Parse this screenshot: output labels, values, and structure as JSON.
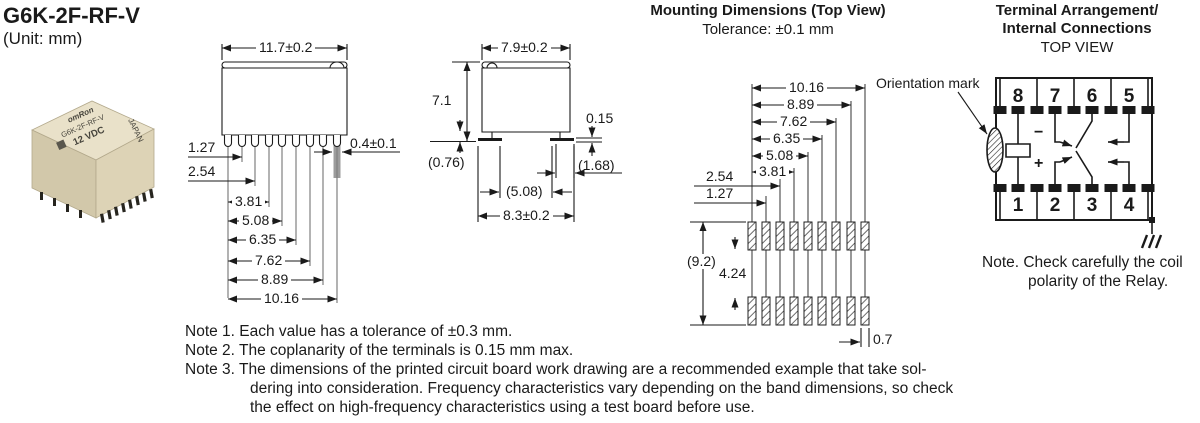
{
  "header": {
    "title": "G6K-2F-RF-V",
    "unit": "(Unit: mm)"
  },
  "photo": {
    "brand": "omRon",
    "model": "G6K-2F-RF-V",
    "voltage": "12 VDC",
    "origin": "JAPAN"
  },
  "front_view": {
    "width": "11.7±0.2",
    "terminal_width": "0.4±0.1",
    "pitch": [
      "1.27",
      "2.54",
      "3.81",
      "5.08",
      "6.35",
      "7.62",
      "8.89",
      "10.16"
    ]
  },
  "side_view": {
    "width": "7.9±0.2",
    "height": "7.1",
    "standoff": "(0.76)",
    "coplanarity": "0.15",
    "lead": "(1.68)",
    "inner": "(5.08)",
    "overall_width": "8.3±0.2"
  },
  "mounting": {
    "title": "Mounting Dimensions (Top View)",
    "tolerance": "Tolerance: ±0.1 mm",
    "orientation_label": "Orientation mark",
    "pitch": [
      "10.16",
      "8.89",
      "7.62",
      "6.35",
      "5.08",
      "3.81"
    ],
    "pitch_left": [
      "2.54",
      "1.27"
    ],
    "pattern_height": "(9.2)",
    "pad_gap": "4.24",
    "pad_width": "0.7"
  },
  "terminal": {
    "title1": "Terminal Arrangement/",
    "title2": "Internal Connections",
    "title3": "TOP VIEW",
    "top_pins": [
      "8",
      "7",
      "6",
      "5"
    ],
    "bottom_pins": [
      "1",
      "2",
      "3",
      "4"
    ],
    "coil_minus": "−",
    "coil_plus": "+",
    "note1": "Note. Check carefully the coil",
    "note2": "polarity of the Relay."
  },
  "notes": {
    "line1": "Note 1. Each value has a tolerance of ±0.3 mm.",
    "line2": "Note 2. The coplanarity of the terminals is 0.15 mm max.",
    "line3": "Note 3. The dimensions of the printed circuit board work drawing are a recommended example that take sol-",
    "line4": "dering into consideration. Frequency characteristics vary depending on the band dimensions, so check",
    "line5": "the effect on high-frequency characteristics using a test board before use."
  }
}
